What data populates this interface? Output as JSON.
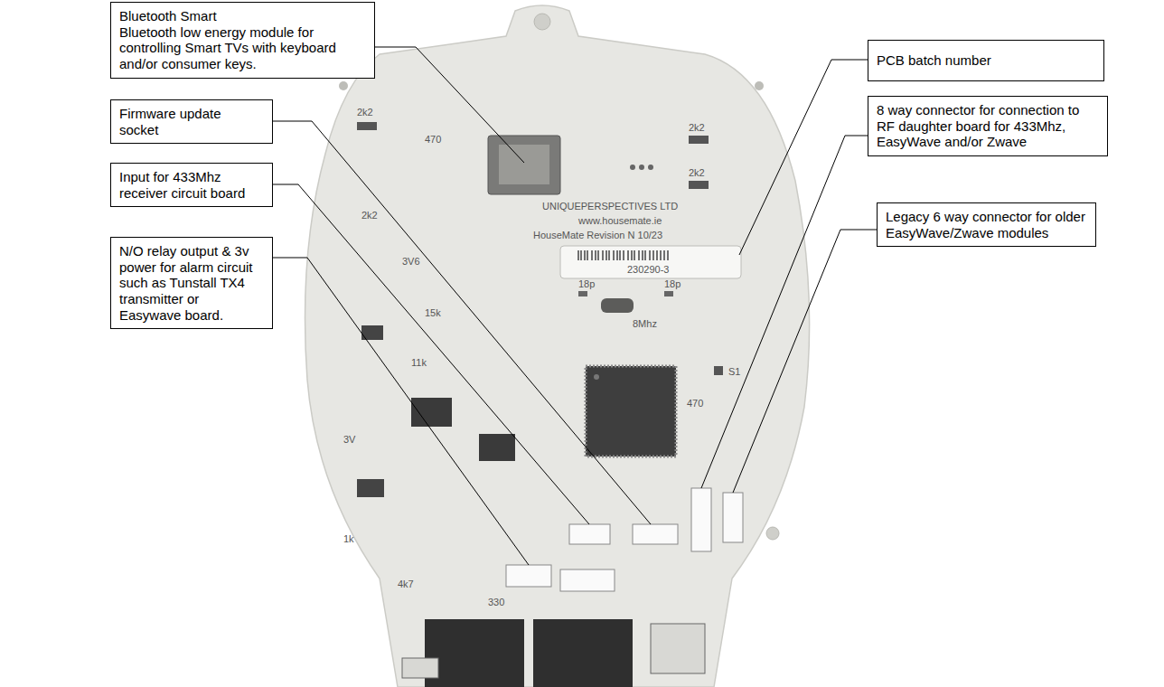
{
  "diagram": {
    "nodes": [
      {
        "text": [
          "Bluetooth Smart",
          "Bluetooth low energy module for controlling Smart TVs with keyboard and/or consumer keys."
        ]
      },
      {
        "text": [
          "PCB batch number"
        ]
      },
      {
        "text": [
          "Firmware update socket"
        ]
      },
      {
        "text": [
          "8 way connector for connection to RF daughter board for 433Mhz, EasyWave and/or Zwave"
        ]
      },
      {
        "text": [
          "Input for 433Mhz receiver circuit board"
        ]
      },
      {
        "text": [
          "Legacy 6 way connector for older EasyWave/Zwave modules"
        ]
      },
      {
        "text": [
          "N/O relay output & 3v power for alarm circuit such as Tunstall TX4 transmitter or Easywave board."
        ]
      }
    ],
    "labels": [
      "2k2",
      "2k2",
      "2k2",
      "2k2",
      "UNIQUEPERSPECTIVES LTD",
      "www.housemate.ie",
      "HouseMate Revision N 10/23",
      "230290-3",
      "8Mhz",
      "18p",
      "18p",
      "S1",
      "470",
      "470",
      "3V6",
      "3V",
      "1k",
      "4k7",
      "330",
      "11k",
      "15k"
    ]
  }
}
